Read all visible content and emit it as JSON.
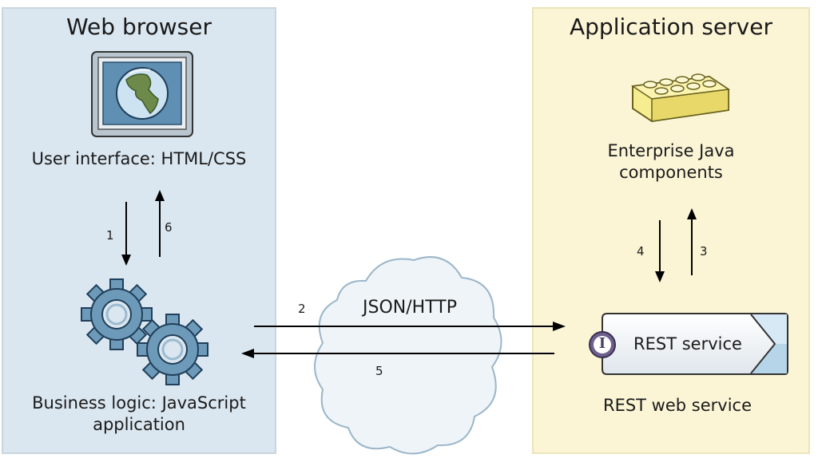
{
  "browser": {
    "title": "Web browser",
    "ui_label": "User interface: HTML/CSS",
    "logic_label_line1": "Business logic: JavaScript",
    "logic_label_line2": "application"
  },
  "server": {
    "title": "Application server",
    "components_line1": "Enterprise Java",
    "components_line2": "components",
    "rest_box_label": "REST service",
    "rest_box_icon_letter": "I",
    "rest_caption": "REST web service"
  },
  "network": {
    "cloud_label": "JSON/HTTP"
  },
  "steps": [
    "1",
    "2",
    "3",
    "4",
    "5",
    "6"
  ],
  "colors": {
    "browser_bg": "#dbe7f0",
    "server_bg": "#fbf5d6",
    "gear": "#6e9ab9",
    "cloud": "#eef4f8",
    "lego": "#f6ec90",
    "rest_badge": "#6e5f8c"
  },
  "icons": [
    "globe-monitor-icon",
    "gears-icon",
    "lego-brick-icon",
    "cloud-icon",
    "interface-icon"
  ]
}
